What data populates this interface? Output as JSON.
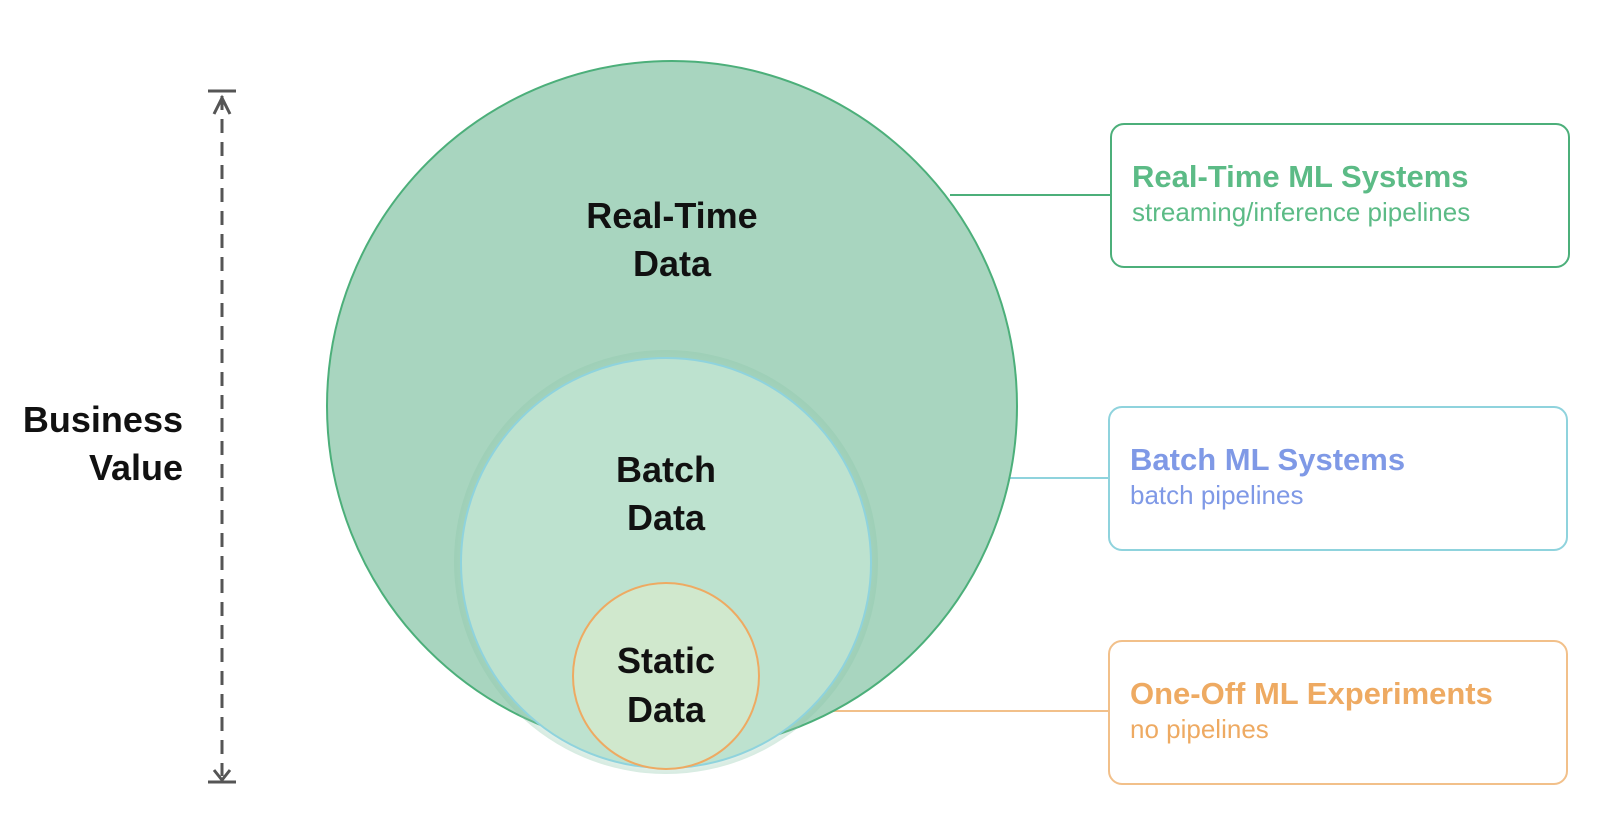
{
  "axis": {
    "label_line1": "Business",
    "label_line2": "Value"
  },
  "circles": {
    "realtime": {
      "line1": "Real-Time",
      "line2": "Data",
      "fill": "#a8d5bf",
      "stroke": "#4caf7a"
    },
    "batch": {
      "line1": "Batch",
      "line2": "Data",
      "fill": "#bde2cf",
      "stroke": "#8fd3dd"
    },
    "static": {
      "line1": "Static",
      "line2": "Data",
      "fill": "#d0e8cd",
      "stroke": "#eeaa62"
    }
  },
  "boxes": {
    "realtime": {
      "title": "Real-Time ML Systems",
      "subtitle": "streaming/inference pipelines",
      "color": "#5cbb86"
    },
    "batch": {
      "title": "Batch ML Systems",
      "subtitle": "batch pipelines",
      "color": "#7f99e6"
    },
    "oneoff": {
      "title": "One-Off ML Experiments",
      "subtitle": "no pipelines",
      "color": "#eeaa62"
    }
  }
}
